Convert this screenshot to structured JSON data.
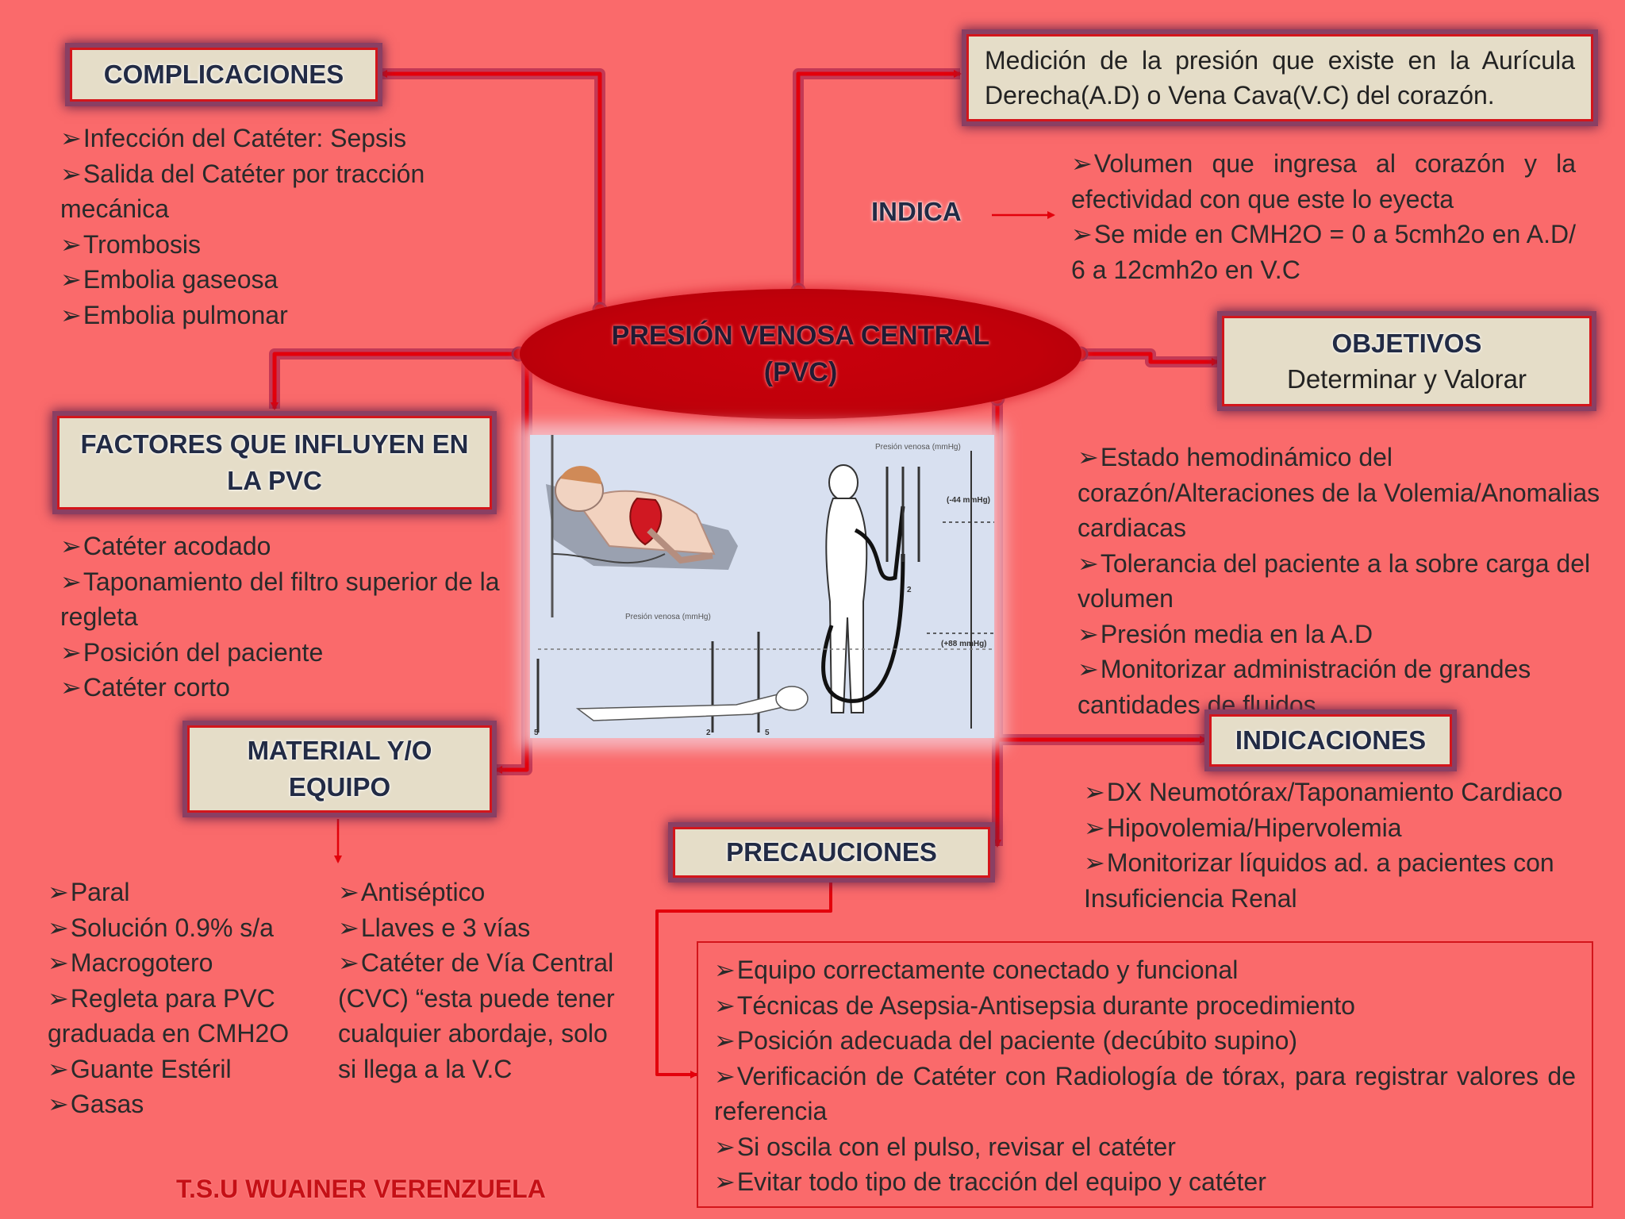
{
  "central": {
    "line1": "PRESIÓN VENOSA CENTRAL",
    "line2": "(PVC)"
  },
  "definition": "Medición de la presión que existe en la Aurícula Derecha(A.D) o Vena Cava(V.C) del corazón.",
  "indica": {
    "label": "INDICA",
    "items": [
      "Volumen que ingresa al corazón y la efectividad con que este lo eyecta",
      "Se mide en CMH2O = 0 a 5cmh2o en A.D/  6 a 12cmh2o en V.C"
    ]
  },
  "complicaciones": {
    "title": "COMPLICACIONES",
    "items": [
      "Infección del Catéter: Sepsis",
      "Salida del Catéter por tracción mecánica",
      "Trombosis",
      "Embolia gaseosa",
      "Embolia pulmonar"
    ]
  },
  "objetivos": {
    "title": "OBJETIVOS",
    "subtitle": "Determinar y Valorar",
    "items": [
      "Estado hemodinámico del corazón/Alteraciones de la Volemia/Anomalias cardiacas",
      "Tolerancia del paciente a la sobre carga del volumen",
      "Presión media en la A.D",
      "Monitorizar administración de grandes cantidades de fluidos"
    ]
  },
  "factores": {
    "title_line1": "FACTORES QUE INFLUYEN EN",
    "title_line2": "LA PVC",
    "items": [
      "Catéter acodado",
      "Taponamiento del  filtro superior de  la regleta",
      "Posición del paciente",
      "Catéter corto"
    ]
  },
  "material": {
    "title_line1": "MATERIAL Y/O",
    "title_line2": "EQUIPO",
    "col1": [
      "Paral",
      "Solución 0.9% s/a",
      "Macrogotero",
      "Regleta para PVC graduada en CMH2O",
      "Guante Estéril",
      "Gasas"
    ],
    "col2": [
      "Antiséptico",
      "Llaves e 3 vías",
      "Catéter de  Vía Central (CVC) “esta puede tener cualquier abordaje, solo si llega a la V.C"
    ]
  },
  "indicaciones": {
    "title": "INDICACIONES",
    "items": [
      "DX Neumotórax/Taponamiento Cardiaco",
      "Hipovolemia/Hipervolemia",
      "Monitorizar líquidos ad. a pacientes con Insuficiencia Renal"
    ]
  },
  "precauciones": {
    "title": "PRECAUCIONES",
    "items": [
      "Equipo  correctamente conectado y funcional",
      "Técnicas de Asepsia-Antisepsia durante procedimiento",
      "Posición adecuada del paciente (decúbito supino)",
      "Verificación de Catéter con Radiología de tórax, para registrar valores de referencia",
      "Si oscila con el pulso, revisar el catéter",
      "Evitar todo tipo de tracción del equipo y catéter"
    ]
  },
  "figure": {
    "label_top": "Presión venosa (mmHg)",
    "label_bottom": "Presión venosa (mmHg)",
    "mark1": "(-44 mmHg)",
    "mark2": "(+88 mmHg)",
    "n2": "2",
    "n5a": "5",
    "n2b": "2",
    "n5b": "5"
  },
  "author": "T.S.U WUAINER VERENZUELA"
}
